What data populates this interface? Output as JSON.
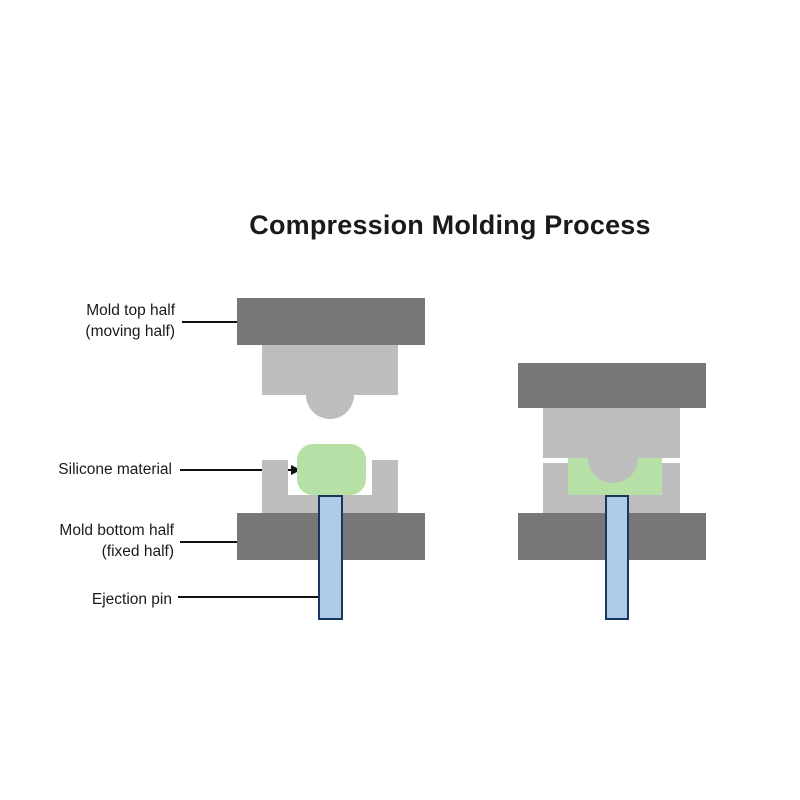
{
  "title": "Compression Molding Process",
  "labels": {
    "mold_top": {
      "line1": "Mold top half",
      "line2": "(moving half)"
    },
    "silicone": "Silicone material",
    "mold_bottom": {
      "line1": "Mold bottom half",
      "line2": "(fixed half)"
    },
    "ejection_pin": "Ejection pin"
  },
  "colors": {
    "mold_dark": "#777777",
    "mold_light": "#bdbdbd",
    "silicone": "#b6e0a5",
    "pin_fill": "#aecbe8",
    "pin_border": "#17375e",
    "text": "#1a1a1a",
    "bg": "#ffffff"
  }
}
